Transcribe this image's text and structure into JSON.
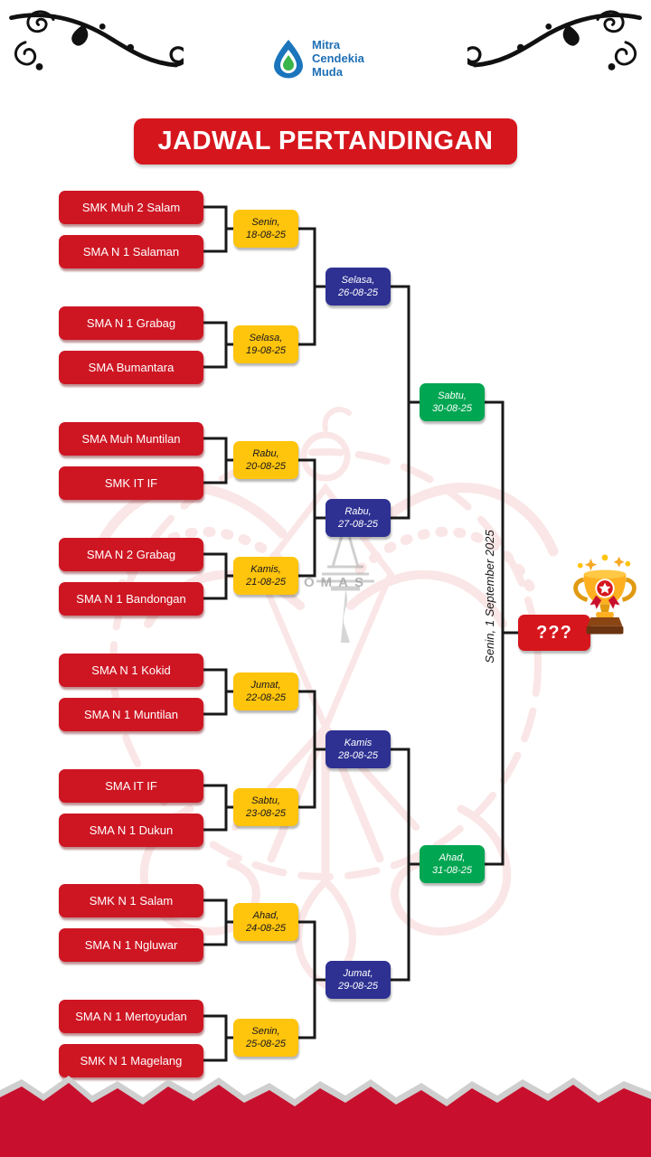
{
  "header": {
    "logo_lines": [
      "Mitra",
      "Cendekia",
      "Muda"
    ],
    "title": "JADWAL PERTANDINGAN"
  },
  "teams": [
    "SMK Muh 2 Salam",
    "SMA N 1 Salaman",
    "SMA N 1 Grabag",
    "SMA Bumantara",
    "SMA Muh Muntilan",
    "SMK IT IF",
    "SMA N 2 Grabag",
    "SMA N 1 Bandongan",
    "SMA N 1 Kokid",
    "SMA N 1 Muntilan",
    "SMA IT IF",
    "SMA N 1 Dukun",
    "SMK N 1 Salam",
    "SMA N 1 Ngluwar",
    "SMA N 1 Mertoyudan",
    "SMK N 1 Magelang"
  ],
  "round1": [
    {
      "day": "Senin,",
      "date": "18-08-25"
    },
    {
      "day": "Selasa,",
      "date": "19-08-25"
    },
    {
      "day": "Rabu,",
      "date": "20-08-25"
    },
    {
      "day": "Kamis,",
      "date": "21-08-25"
    },
    {
      "day": "Jumat,",
      "date": "22-08-25"
    },
    {
      "day": "Sabtu,",
      "date": "23-08-25"
    },
    {
      "day": "Ahad,",
      "date": "24-08-25"
    },
    {
      "day": "Senin,",
      "date": "25-08-25"
    }
  ],
  "round2": [
    {
      "day": "Selasa,",
      "date": "26-08-25"
    },
    {
      "day": "Rabu,",
      "date": "27-08-25"
    },
    {
      "day": "Kamis",
      "date": "28-08-25"
    },
    {
      "day": "Jumat,",
      "date": "29-08-25"
    }
  ],
  "round3": [
    {
      "day": "Sabtu,",
      "date": "30-08-25"
    },
    {
      "day": "Ahad,",
      "date": "31-08-25"
    }
  ],
  "final": {
    "label": "Senin, 1 September 2025",
    "winner_placeholder": "???"
  },
  "watermark_text": "OMAS",
  "colors": {
    "red": "#D6161D",
    "team_red": "#CE1623",
    "yellow": "#FFC40C",
    "navy": "#2E3192",
    "green": "#00A651",
    "logo_blue": "#1F6FB5"
  }
}
